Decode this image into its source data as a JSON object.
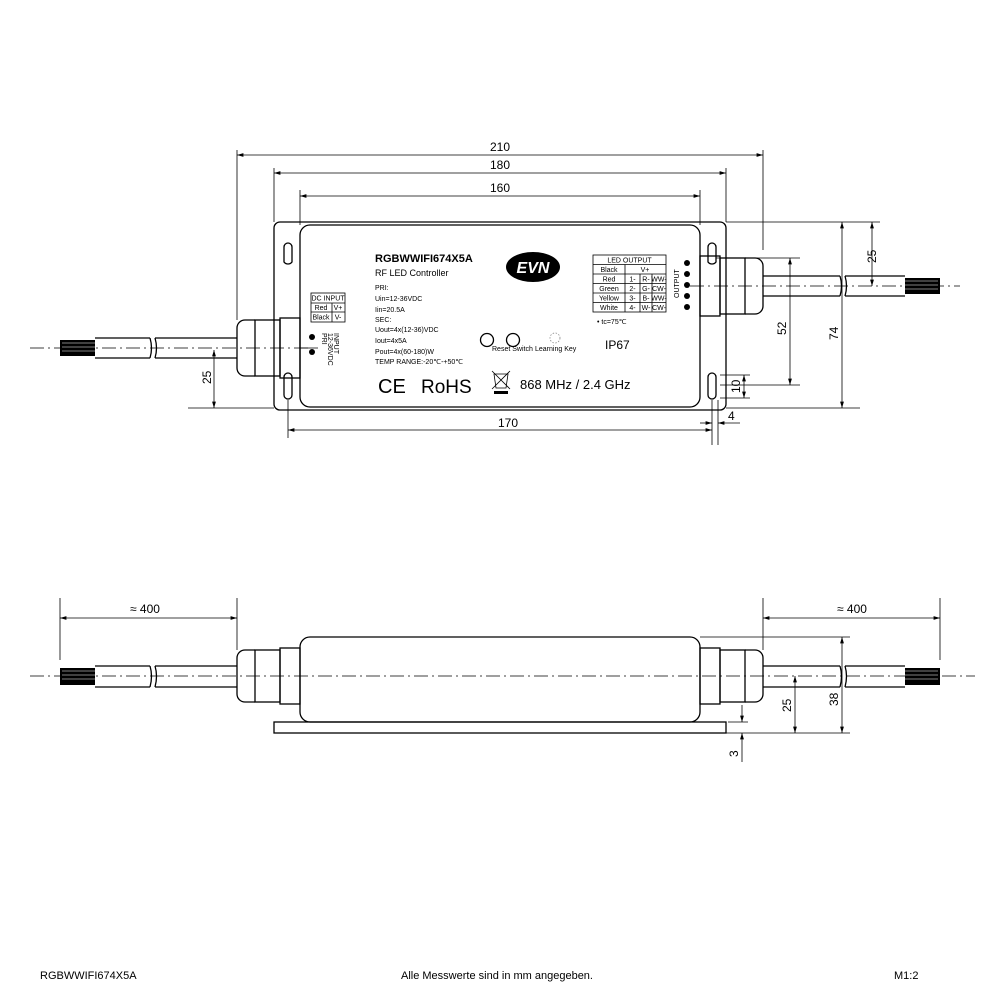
{
  "product": {
    "model": "RGBWWIFI674X5A",
    "subtitle": "RF LED Controller",
    "logo_text": "EVN",
    "specs": [
      "PRI:",
      "Uin=12-36VDC",
      "Iin=20.5A",
      "SEC:",
      "Uout=4x(12-36)VDC",
      "Iout=4x5A",
      "Pout=4x(60-180)W",
      "TEMP RANGE:-20℃-+50℃"
    ],
    "dc_input": {
      "header": "DC INPUT",
      "rows": [
        [
          "Red",
          "V+"
        ],
        [
          "Black",
          "V-"
        ]
      ]
    },
    "input_side_label": [
      "INPUT",
      "12-36VDC",
      "PRI"
    ],
    "led_output": {
      "header": "LED OUTPUT",
      "black_row": [
        "Black",
        "V+"
      ],
      "rows": [
        [
          "Red",
          "1-",
          "R-",
          "WW-"
        ],
        [
          "Green",
          "2-",
          "G-",
          "CW-"
        ],
        [
          "Yellow",
          "3-",
          "B-",
          "WW-"
        ],
        [
          "White",
          "4-",
          "W-",
          "CW-"
        ]
      ]
    },
    "tc_note": "• tc=75℃",
    "output_side_label": "OUTPUT",
    "reset_label": "Reset Switch",
    "learning_label": "Learning Key",
    "ip_rating": "IP67",
    "ce_mark": "CE",
    "rohs": "RoHS",
    "frequency": "868 MHz / 2.4 GHz"
  },
  "dimensions_top": {
    "overall": "210",
    "plate": "180",
    "label": "160",
    "hole_spacing": "170",
    "input_height": "25",
    "output_offset": "25",
    "hole_vertical": "52",
    "height": "74",
    "slot": "10",
    "hole_width": "4"
  },
  "dimensions_side": {
    "cable_left": "≈ 400",
    "cable_right": "≈ 400",
    "base": "3",
    "cable_height": "25",
    "total_height": "38"
  },
  "footer": {
    "model": "RGBWWIFI674X5A",
    "note": "Alle Messwerte sind in mm angegeben.",
    "scale": "M1:2"
  }
}
